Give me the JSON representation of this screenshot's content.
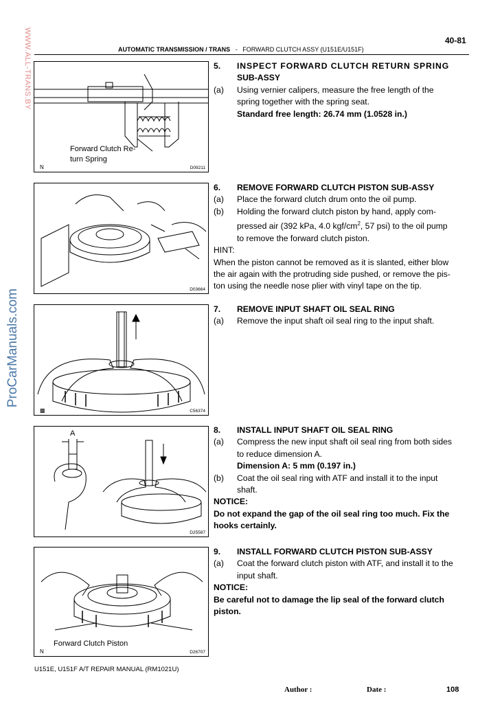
{
  "page_number": "40-81",
  "header": {
    "section": "AUTOMATIC TRANSMISSION / TRANS",
    "separator": "-",
    "subsection": "FORWARD CLUTCH ASSY (U151E/U151F)"
  },
  "watermarks": {
    "side_red": "WWW.ALL-TRANS.BY",
    "side_blue": "ProCarManuals.com"
  },
  "figures": [
    {
      "code": "D09211",
      "corner": "N",
      "label_line1": "Forward Clutch Re-",
      "label_line2": "turn Spring"
    },
    {
      "code": "D03664"
    },
    {
      "code": "C56374"
    },
    {
      "code": "D25587",
      "label": "A"
    },
    {
      "code": "D26707",
      "corner": "N",
      "label": "Forward Clutch Piston"
    }
  ],
  "steps": [
    {
      "num": "5.",
      "title_line1": "INSPECT FORWARD CLUTCH RETURN SPRING",
      "title_line2": "SUB-ASSY",
      "sub_a_marker": "(a)",
      "sub_a_line1": "Using vernier calipers, measure the free length of the",
      "sub_a_line2": "spring together with the spring seat.",
      "standard": "Standard free length: 26.74 mm (1.0528 in.)"
    },
    {
      "num": "6.",
      "title": "REMOVE FORWARD CLUTCH PISTON  SUB-ASSY",
      "sub_a_marker": "(a)",
      "sub_a": "Place the forward clutch drum onto the oil pump.",
      "sub_b_marker": "(b)",
      "sub_b_line1": "Holding the forward clutch piston by hand, apply com-",
      "sub_b_line2_pre": "pressed air (392 kPa, 4.0 kgf/cm",
      "sub_b_line2_sup": "2",
      "sub_b_line2_post": ", 57 psi) to the oil pump",
      "sub_b_line3": "to remove the forward clutch piston.",
      "hint_label": "HINT:",
      "hint_line1": "When the piston cannot be removed as it is slanted, either blow",
      "hint_line2": "the air again with the protruding side pushed, or remove the pis-",
      "hint_line3": "ton using the needle nose plier with vinyl tape on the tip."
    },
    {
      "num": "7.",
      "title": "REMOVE INPUT SHAFT OIL SEAL RING",
      "sub_a_marker": "(a)",
      "sub_a": "Remove the input shaft oil seal ring to the input shaft."
    },
    {
      "num": "8.",
      "title": "INSTALL INPUT SHAFT OIL SEAL RING",
      "sub_a_marker": "(a)",
      "sub_a_line1": "Compress the new input shaft oil seal ring from both sides",
      "sub_a_line2": "to reduce dimension A.",
      "dimension": "Dimension A: 5 mm (0.197 in.)",
      "sub_b_marker": "(b)",
      "sub_b_line1": "Coat the oil seal ring with ATF and install it to the input",
      "sub_b_line2": "shaft.",
      "notice_label": "NOTICE:",
      "notice_line1": "Do not expand the gap of the oil seal ring too much. Fix the",
      "notice_line2": "hooks certainly."
    },
    {
      "num": "9.",
      "title": "INSTALL FORWARD CLUTCH PISTON  SUB-ASSY",
      "sub_a_marker": "(a)",
      "sub_a_line1": "Coat the forward clutch piston with ATF, and install it to the",
      "sub_a_line2": "input shaft.",
      "notice_label": "NOTICE:",
      "notice_line1": "Be careful not to damage the lip seal of the forward clutch",
      "notice_line2": "piston."
    }
  ],
  "footer": {
    "manual": "U151E, U151F A/T REPAIR MANUAL   (RM1021U)",
    "author": "Author :",
    "date": "Date :",
    "page": "108"
  }
}
